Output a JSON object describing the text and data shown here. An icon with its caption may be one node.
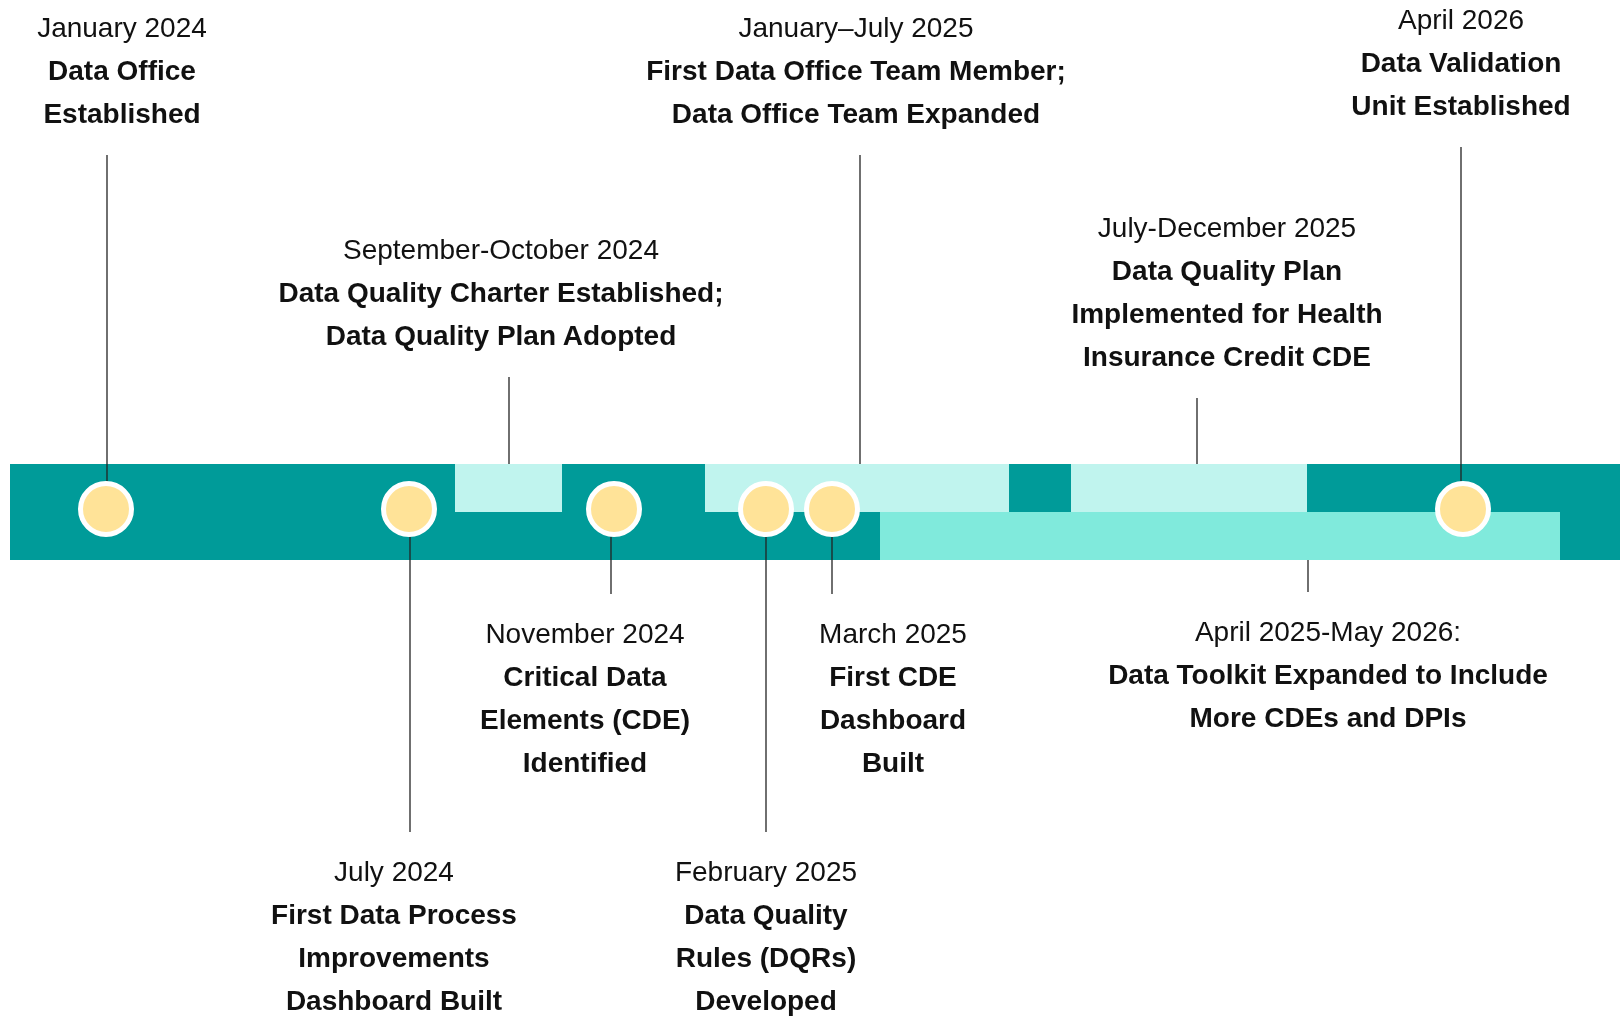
{
  "diagram": {
    "nodes": [
      {
        "text": [],
        "shape": "bar"
      },
      {
        "text": [],
        "shape": "bar",
        "in": 0
      },
      {
        "text": [],
        "shape": "bar",
        "in": 0
      },
      {
        "text": [],
        "shape": "bar",
        "in": 0
      },
      {
        "text": [],
        "shape": "bar",
        "in": 0
      },
      {
        "text": [],
        "shape": "circle",
        "in": 0
      },
      {
        "text": [],
        "shape": "circle",
        "in": 0
      },
      {
        "text": [],
        "shape": "circle",
        "in": 0
      },
      {
        "text": [],
        "shape": "circle",
        "in": 0
      },
      {
        "text": [],
        "shape": "circle",
        "in": 0
      },
      {
        "text": [],
        "shape": "circle",
        "in": 0
      },
      {
        "text": [
          "January 2024",
          "Data Office Established"
        ]
      },
      {
        "text": [
          "January–July 2025",
          "First Data Office Team Member; Data Office Team Expanded"
        ]
      },
      {
        "text": [
          "April 2026",
          "Data Validation Unit Established"
        ]
      },
      {
        "text": [
          "September-October 2024",
          "Data Quality Charter Established; Data Quality Plan Adopted"
        ]
      },
      {
        "text": [
          "July-December 2025",
          "Data Quality Plan Implemented for Health Insurance Credit CDE"
        ]
      },
      {
        "text": [
          "November 2024",
          "Critical Data Elements (CDE) Identified"
        ]
      },
      {
        "text": [
          "March 2025",
          "First CDE Dashboard Built"
        ]
      },
      {
        "text": [
          "April 2025-May 2026:",
          "Data Toolkit Expanded to Include More CDEs and DPIs"
        ]
      },
      {
        "text": [
          "July 2024",
          "First Data Process Improvements Dashboard Built"
        ]
      },
      {
        "text": [
          "February 2025",
          "Data Quality Rules (DQRs) Developed"
        ]
      }
    ],
    "edges": [
      {
        "from": 11,
        "to": 5,
        "arrow": "none"
      },
      {
        "from": 12,
        "to": 2,
        "arrow": "none"
      },
      {
        "from": 13,
        "to": 10,
        "arrow": "none"
      },
      {
        "from": 14,
        "to": 1,
        "arrow": "none"
      },
      {
        "from": 15,
        "to": 3,
        "arrow": "none"
      },
      {
        "from": 16,
        "to": 7,
        "arrow": "none"
      },
      {
        "from": 17,
        "to": 9,
        "arrow": "none"
      },
      {
        "from": 18,
        "to": 4,
        "arrow": "none"
      },
      {
        "from": 19,
        "to": 6,
        "arrow": "none"
      },
      {
        "from": 20,
        "to": 8,
        "arrow": "none"
      }
    ]
  }
}
